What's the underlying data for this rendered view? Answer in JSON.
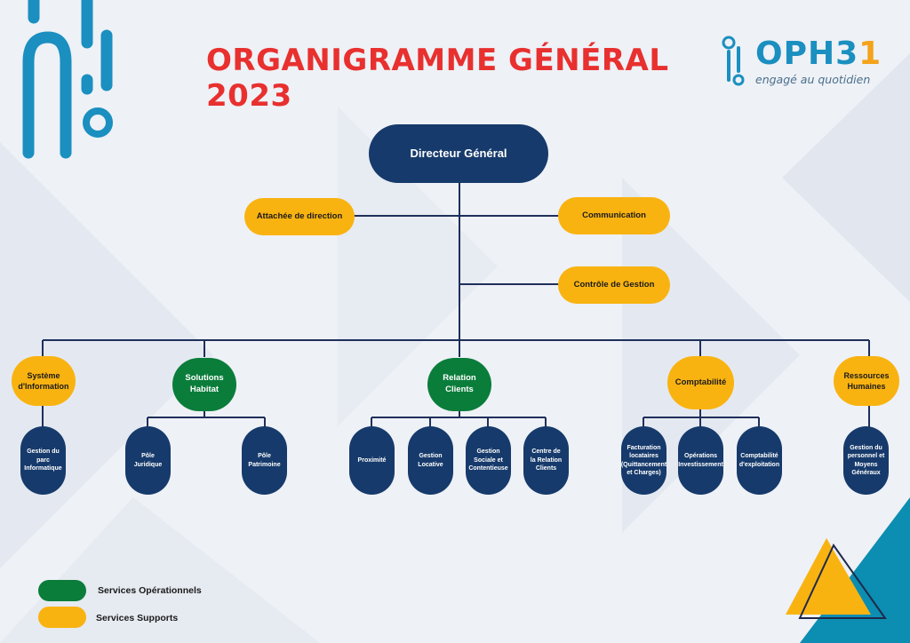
{
  "title": "ORGANIGRAMME GÉNÉRAL 2023",
  "logo": {
    "brand": "OPH3",
    "brand_accent": "1",
    "tagline": "engagé au quotidien"
  },
  "colors": {
    "navy": "#163a6b",
    "yellow": "#f9b311",
    "green": "#0b7d3b",
    "title_red": "#e8302f",
    "logo_blue": "#1a8fc0"
  },
  "top": {
    "director": "Directeur Général"
  },
  "staff": {
    "attachee": "Attachée de direction",
    "communication": "Communication",
    "controle": "Contrôle de Gestion"
  },
  "departments": {
    "si": "Système d'Information",
    "solutions": "Solutions Habitat",
    "relation": "Relation Clients",
    "comptabilite": "Comptabilité",
    "rh": "Ressources Humaines"
  },
  "units": {
    "parc_info": "Gestion du parc Informatique",
    "juridique": "Pôle Juridique",
    "patrimoine": "Pôle Patrimoine",
    "proximite": "Proximité",
    "locative": "Gestion Locative",
    "sociale": "Gestion Sociale et Contentieuse",
    "centre_relation": "Centre de la Relation Clients",
    "facturation": "Facturation locataires (Quittancement et Charges)",
    "operations": "Opérations Investissement",
    "exploitation": "Comptabilité d'exploitation",
    "personnel": "Gestion du personnel et Moyens Généraux"
  },
  "legend": {
    "operational": "Services Opérationnels",
    "support": "Services Supports"
  }
}
